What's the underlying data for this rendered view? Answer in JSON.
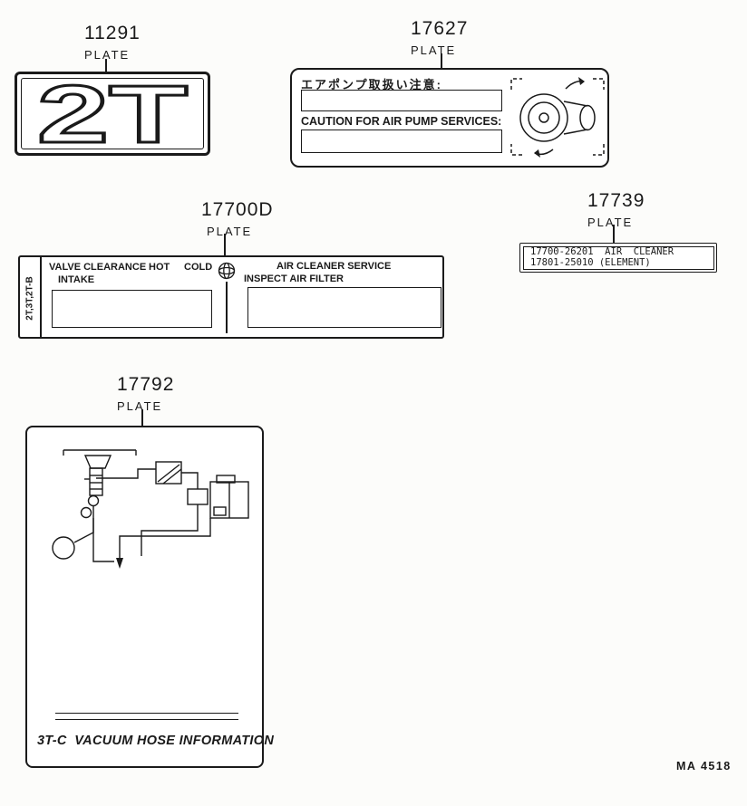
{
  "sheet": {
    "footer_code": "MA 4518"
  },
  "plates": {
    "p11291": {
      "part_number": "11291",
      "callout_label": "PLATE",
      "engine_code": "2T"
    },
    "p17627": {
      "part_number": "17627",
      "callout_label": "PLATE",
      "caution_japanese": "エアポンプ取扱い注意:",
      "caution_english": "CAUTION FOR AIR PUMP SERVICES:",
      "illustration": "air-pump-with-rotation-arrows"
    },
    "p17700d": {
      "part_number": "17700D",
      "callout_label": "PLATE",
      "engine_codes_vertical": "2T,3T,2T-B",
      "valve_heading": "VALVE CLEARANCE",
      "hot_label": "HOT",
      "cold_label": "COLD",
      "intake_label": "INTAKE",
      "air_cleaner_heading": "AIR  CLEANER SERVICE",
      "inspect_label": "INSPECT AIR FILTER",
      "logo": "manufacturer-logo"
    },
    "p17739": {
      "part_number": "17739",
      "callout_label": "PLATE",
      "line1": "17700-26201  AIR  CLEANER",
      "line2": "17801-25010 (ELEMENT)"
    },
    "p17792": {
      "part_number": "17792",
      "callout_label": "PLATE",
      "bottom_text": "3T-C  VACUUM HOSE INFORMATION",
      "illustration": "vacuum-hose-routing-schematic"
    }
  }
}
